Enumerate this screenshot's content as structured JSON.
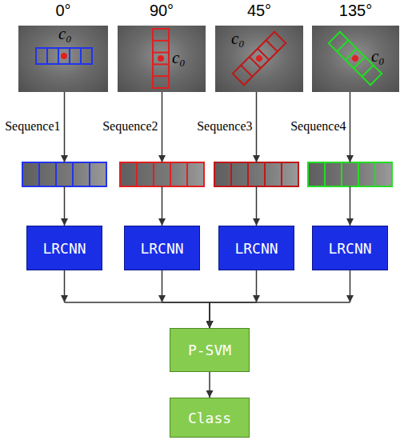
{
  "diagram": {
    "nodes": [
      {
        "text": [
          "0°",
          "c₀"
        ]
      },
      {
        "text": [
          "90°",
          "c₀"
        ]
      },
      {
        "text": [
          "45°",
          "c₀"
        ]
      },
      {
        "text": [
          "135°",
          "c₀"
        ]
      },
      {
        "text": [
          "LRCNN"
        ]
      },
      {
        "text": [
          "LRCNN"
        ]
      },
      {
        "text": [
          "LRCNN"
        ]
      },
      {
        "text": [
          "LRCNN"
        ]
      },
      {
        "text": [
          "P-SVM"
        ]
      },
      {
        "text": [
          "Class"
        ]
      }
    ],
    "edges": [
      {
        "from": 0,
        "to": 4,
        "label": "Sequence1",
        "arrow": "to"
      },
      {
        "from": 1,
        "to": 5,
        "label": "Sequence2",
        "arrow": "to"
      },
      {
        "from": 2,
        "to": 6,
        "label": "Sequence3",
        "arrow": "to"
      },
      {
        "from": 3,
        "to": 7,
        "label": "Sequence4",
        "arrow": "to"
      },
      {
        "from": 4,
        "to": 8,
        "arrow": "to"
      },
      {
        "from": 5,
        "to": 8,
        "arrow": "to"
      },
      {
        "from": 6,
        "to": 8,
        "arrow": "to"
      },
      {
        "from": 7,
        "to": 8,
        "arrow": "to"
      },
      {
        "from": 8,
        "to": 9,
        "arrow": "to"
      }
    ]
  }
}
